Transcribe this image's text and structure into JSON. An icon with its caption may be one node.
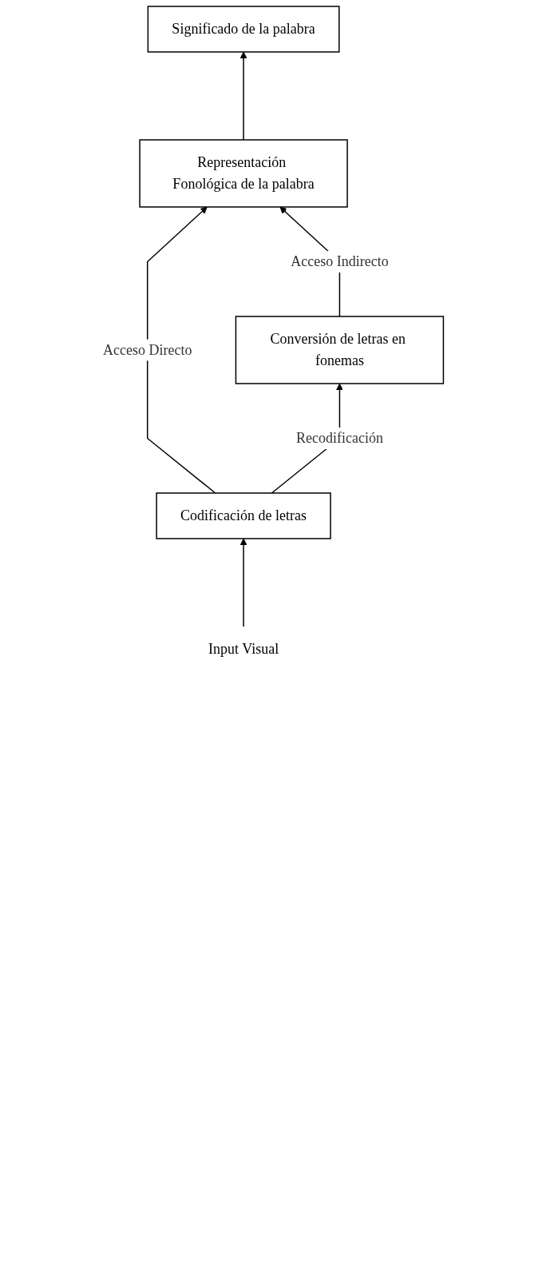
{
  "diagram": {
    "nodes": [
      {
        "text": [
          "Significado de la palabra"
        ]
      },
      {
        "text": [
          "Representación Fonológica de la palabra"
        ]
      },
      {
        "text": [
          "Conversión de letras en fonemas"
        ]
      },
      {
        "text": [
          "Codificación de letras"
        ]
      },
      {
        "text": [
          "Input Visual"
        ]
      }
    ],
    "edges": [
      {
        "from": 1,
        "to": 0,
        "arrow": "to"
      },
      {
        "from": 3,
        "to": 1,
        "arrow": "to",
        "label": "Acceso Directo"
      },
      {
        "from": 2,
        "to": 1,
        "arrow": "to",
        "label": "Acceso Indirecto"
      },
      {
        "from": 3,
        "to": 2,
        "arrow": "to",
        "label": "Recodificación"
      },
      {
        "from": 4,
        "to": 3,
        "arrow": "to"
      }
    ]
  }
}
